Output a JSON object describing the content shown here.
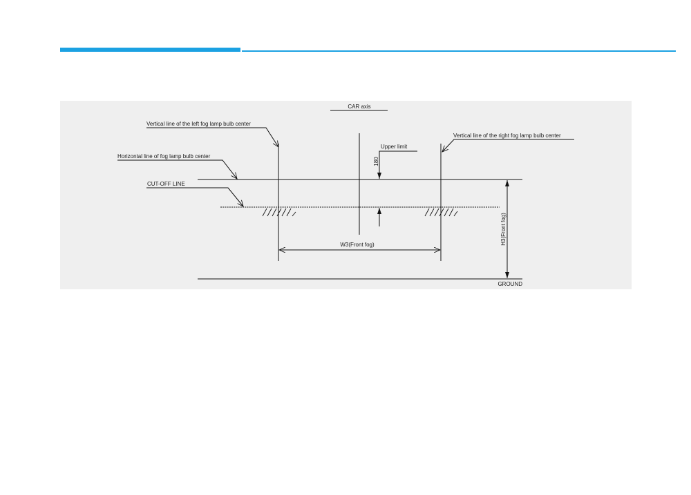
{
  "header": {
    "accent_color": "#1ba1e2"
  },
  "diagram": {
    "panel_color": "#efefef",
    "labels": {
      "car_axis": "CAR axis",
      "left_vertical": "Vertical line of the left fog lamp bulb center",
      "right_vertical": "Vertical line of the right fog lamp bulb center",
      "horizontal_center": "Horizontal line of fog lamp bulb center",
      "cutoff_line": "CUT-OFF LINE",
      "upper_limit": "Upper limit",
      "dimension_180": "180",
      "w3": "W3(Front fog)",
      "h3": "H3(Front fog)",
      "ground": "GROUND"
    }
  }
}
